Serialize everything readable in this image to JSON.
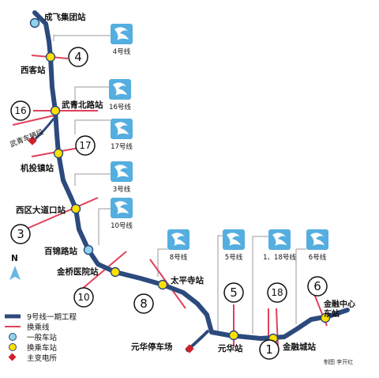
{
  "stations": {
    "chengfei": "成飞集团站",
    "xike": "西客站",
    "wuqing_north": "武青北路站",
    "jitouzhen": "机投镇站",
    "xiqu_dadaokou": "西区大道口站",
    "baijin_lu": "百锦路站",
    "jinqiao_yiyuan": "金桥医院站",
    "taipingsi": "太平寺站",
    "yuanhua": "元华站",
    "jinrongcheng": "金融城站",
    "jinrong_zhongxin_east": "金融中心东站"
  },
  "depots": {
    "wuqing": "武青车辆段",
    "yuanhua_parking": "元华停车场"
  },
  "transfer_numbers": {
    "l4": "4",
    "l16": "16",
    "l17": "17",
    "l3": "3",
    "l10": "10",
    "l8": "8",
    "l5": "5",
    "l18": "18",
    "l1": "1",
    "l6": "6"
  },
  "line_logos": {
    "l4": "4号线",
    "l16": "16号线",
    "l17": "17号线",
    "l3": "3号线",
    "l10": "10号线",
    "l8": "8号线",
    "l5": "5号线",
    "l1_18": "1、18号线",
    "l6": "6号线"
  },
  "north_label": "N",
  "legend": {
    "line9": "9号线一期工程",
    "transfer_line": "换乘线",
    "normal_station": "一般车站",
    "transfer_station": "换乘车站",
    "substation": "主变电所"
  },
  "credit": "制图 李开红",
  "colors": {
    "line9": "#2c4a7c",
    "transfer_line": "#e0405a",
    "transfer_station": "#ffe000",
    "normal_station": "#8fd3ec",
    "substation": "#d0202a",
    "logo_bg": "#55aee0"
  }
}
